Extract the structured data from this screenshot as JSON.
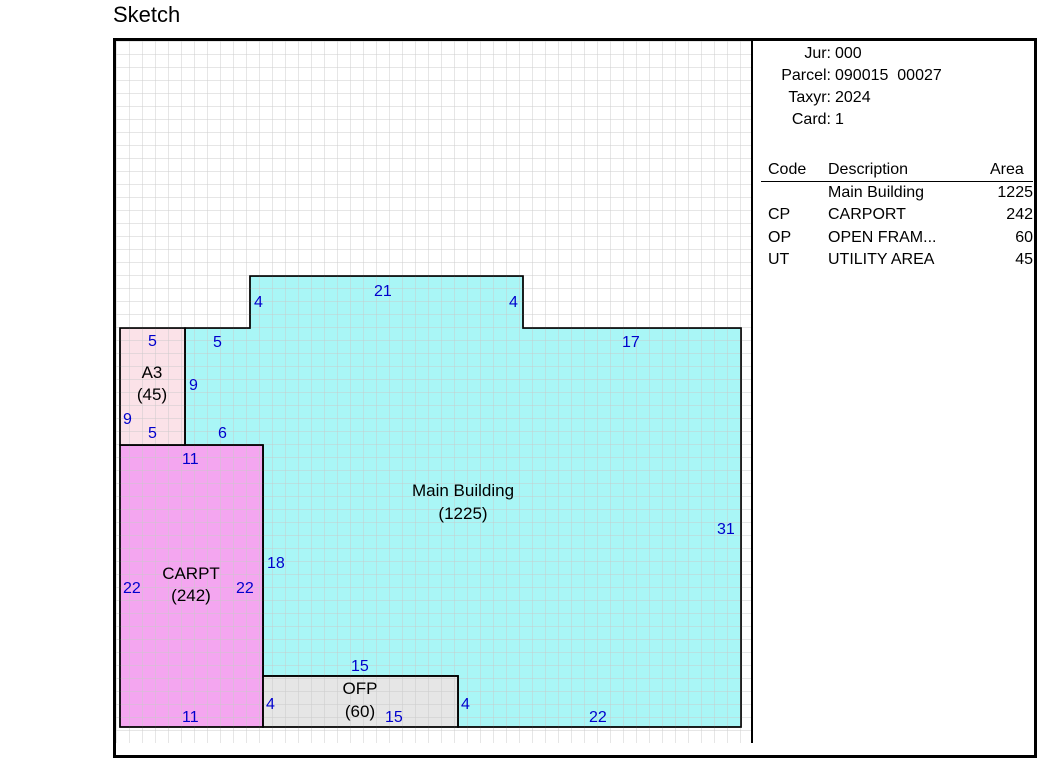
{
  "page_title": "Sketch",
  "info": {
    "jur_label": "Jur:",
    "jur_value": "000",
    "parcel_label": "Parcel:",
    "parcel_value": "090015  00027",
    "taxyr_label": "Taxyr:",
    "taxyr_value": "2024",
    "card_label": "Card:",
    "card_value": "1"
  },
  "table": {
    "headers": [
      "Code",
      "Description",
      "Area"
    ],
    "rows": [
      {
        "code": "",
        "description": "Main Building",
        "area": "1225"
      },
      {
        "code": "CP",
        "description": "CARPORT",
        "area": "242"
      },
      {
        "code": "OP",
        "description": "OPEN FRAM...",
        "area": "60"
      },
      {
        "code": "UT",
        "description": "UTILITY AREA",
        "area": "45"
      }
    ]
  },
  "areas": {
    "main": {
      "name": "Main Building",
      "area": "(1225)"
    },
    "carport": {
      "name": "CARPT",
      "area": "(242)"
    },
    "ofp": {
      "name": "OFP",
      "area": "(60)"
    },
    "a3": {
      "name": "A3",
      "area": "(45)"
    }
  },
  "dimensions": {
    "main_top": "21",
    "main_left_notch": "4",
    "main_right_notch": "4",
    "main_top_right": "17",
    "main_right": "31",
    "main_bottom": "22",
    "main_left_top": "5",
    "main_a3_bottom": "6",
    "main_carport_right": "18",
    "ofp_top": "15",
    "ofp_left": "4",
    "ofp_right": "4",
    "ofp_bottom": "15",
    "carport_top": "11",
    "carport_bottom": "11",
    "carport_left": "22",
    "carport_right": "22",
    "a3_top": "5",
    "a3_right": "9",
    "a3_left": "9",
    "a3_bottom": "5"
  },
  "colors": {
    "main_fill": "#a9f6f6",
    "carport_fill": "#f4a6f0",
    "ofp_fill": "#e6e6e6",
    "a3_fill": "#fbe2e8",
    "grid": "#c8c8c8",
    "dim_text": "#0000cc"
  }
}
